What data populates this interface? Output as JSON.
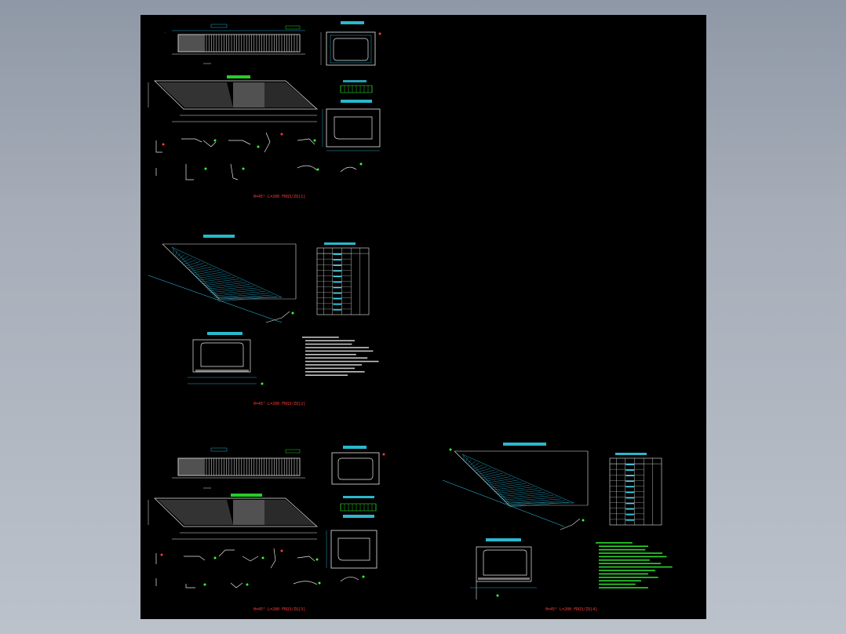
{
  "captions": [
    "θ=45° L=200 FRQ3/ZQ[1]",
    "θ=45° L=200 FRQ3/ZQ[2]",
    "θ=45° L=200 FRQ3/ZQ[3]",
    "θ=45° L=200 FRQ3/ZQ[4]"
  ],
  "colors": {
    "canvas": "#000000",
    "cyan": "#2fd6ff",
    "white": "#e8e8e8",
    "green": "#33ff33",
    "red": "#ff3b3b",
    "workspace": "#a9b0ba"
  }
}
